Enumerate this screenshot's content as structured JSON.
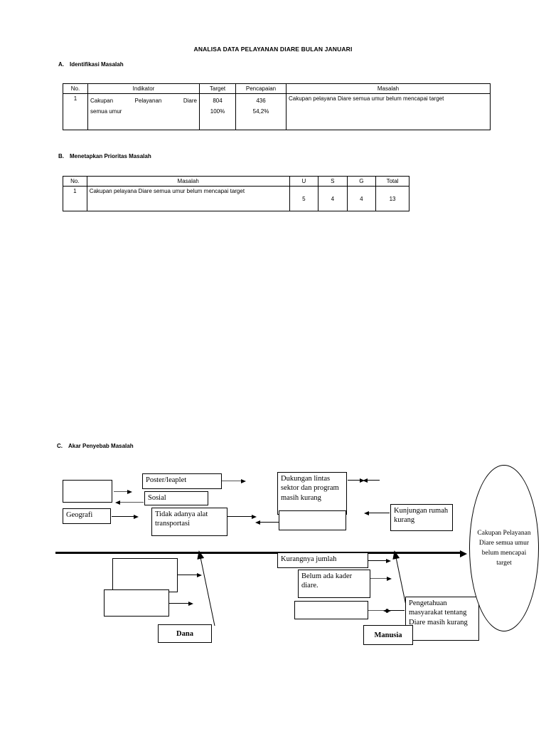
{
  "document": {
    "title": "ANALISA DATA PELAYANAN DIARE BULAN JANUARI"
  },
  "sections": {
    "a": {
      "letter": "A.",
      "label": "Identifikasi Masalah"
    },
    "b": {
      "letter": "B.",
      "label": "Menetapkan Prioritas Masalah"
    },
    "c": {
      "letter": "C.",
      "label": "Akar Penyebab Masalah"
    }
  },
  "table1": {
    "headers": [
      "No.",
      "Indikator",
      "Target",
      "Pencapaian",
      "Masalah"
    ],
    "rows": [
      {
        "no": "1",
        "indikator_line1": "Cakupan Pelayanan Diare",
        "indikator_line2": "semua umur",
        "target_line1": "804",
        "target_line2": "100%",
        "pencapaian_line1": "436",
        "pencapaian_line2": "54,2%",
        "masalah": "Cakupan pelayana Diare semua umur belum mencapai target"
      }
    ]
  },
  "table2": {
    "headers": [
      "No.",
      "Masalah",
      "U",
      "S",
      "G",
      "Total"
    ],
    "rows": [
      {
        "no": "1",
        "masalah": "Cakupan pelayana Diare semua umur belum mencapai target",
        "u": "5",
        "s": "4",
        "g": "4",
        "total": "13"
      }
    ]
  },
  "fishbone": {
    "effect": "Cakupan Pelayanan Diare semua umur belum mencapai target",
    "boxes": {
      "top_left_empty": "",
      "poster_leaplet": "Poster/leaplet",
      "sosial": "Sosial",
      "geografi": "Geografi",
      "transportasi": "Tidak adanya alat transportasi",
      "dukungan": "Dukungan lintas sektor dan program masih kurang",
      "dukungan_empty": "",
      "kunjungan": "Kunjungan rumah kurang",
      "bottom_left_empty_1": "",
      "bottom_left_empty_2": "",
      "dana": "Dana",
      "kurangnya_jumlah": "Kurangnya jumlah",
      "belum_ada_kader": "Belum ada kader diare.",
      "bottom_mid_empty": "",
      "pengetahuan": "Pengetahuan masyarakat tentang Diare masih kurang",
      "manusia": "Manusia"
    }
  }
}
